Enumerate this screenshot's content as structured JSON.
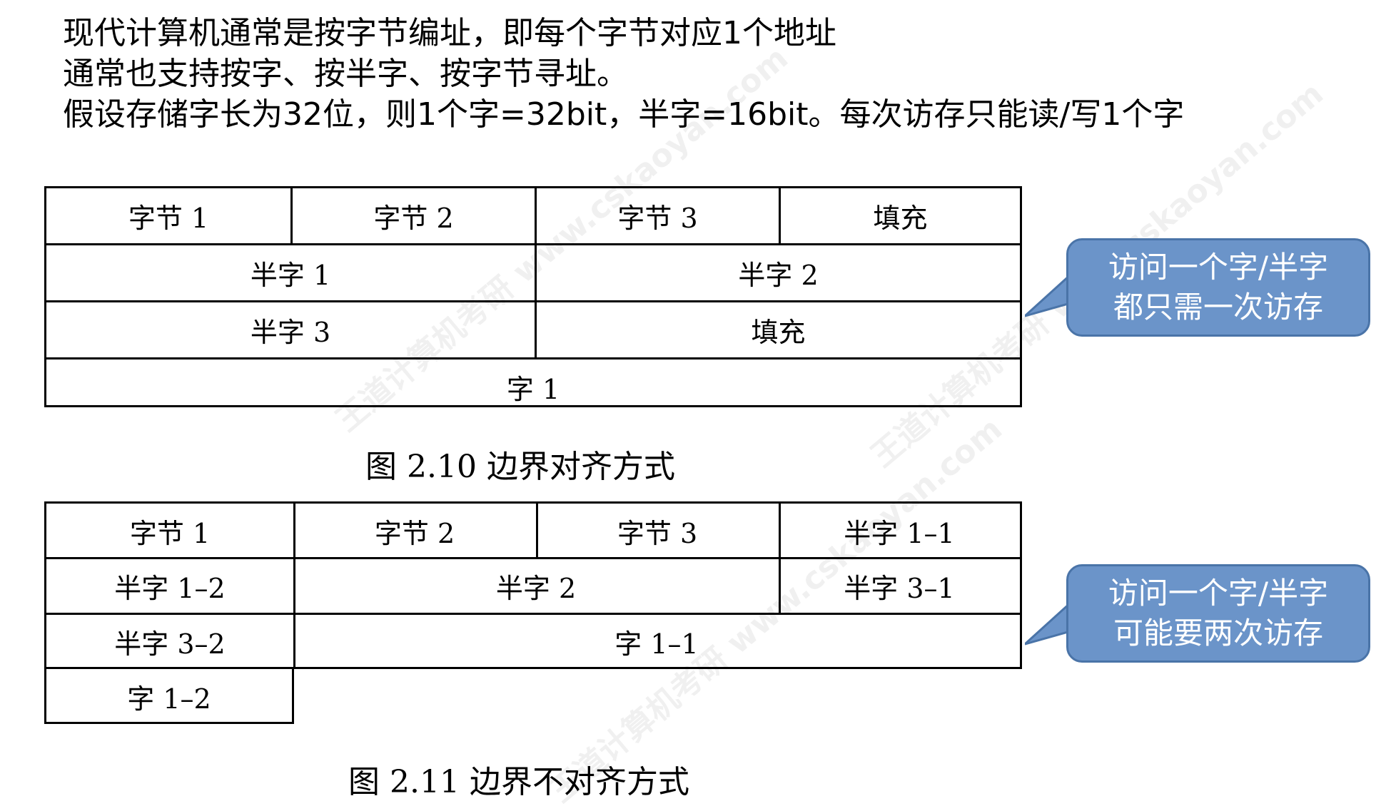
{
  "intro_lines": [
    "现代计算机通常是按字节编址，即每个字节对应1个地址",
    "通常也支持按字、按半字、按字节寻址。",
    "假设存储字长为32位，则1个字=32bit，半字=16bit。每次访存只能读/写1个字"
  ],
  "figure1": {
    "rows": [
      [
        "字节 1",
        "字节 2",
        "字节 3",
        "填充"
      ],
      [
        "半字 1",
        "半字 2"
      ],
      [
        "半字 3",
        "填充"
      ],
      [
        "字 1"
      ]
    ],
    "caption": "图 2.10    边界对齐方式",
    "callout": [
      "访问一个字/半字",
      "都只需一次访存"
    ]
  },
  "figure2": {
    "cells": {
      "r1c1": "字节 1",
      "r1c2": "字节 2",
      "r1c3": "字节 3",
      "r1c4": "半字 1–1",
      "r2c1": "半字 1–2",
      "r2c2": "半字 2",
      "r2c3": "半字 3–1",
      "r3c1": "半字 3–2",
      "r3c2": "字 1–1",
      "r4c1": "字 1–2"
    },
    "caption": "图 2.11    边界不对齐方式",
    "callout": [
      "访问一个字/半字",
      "可能要两次访存"
    ]
  },
  "watermark": "王道计算机考研 www.cskaoyan.com",
  "colors": {
    "callout_fill": "#6b94c9",
    "callout_border": "#4a74a8"
  }
}
